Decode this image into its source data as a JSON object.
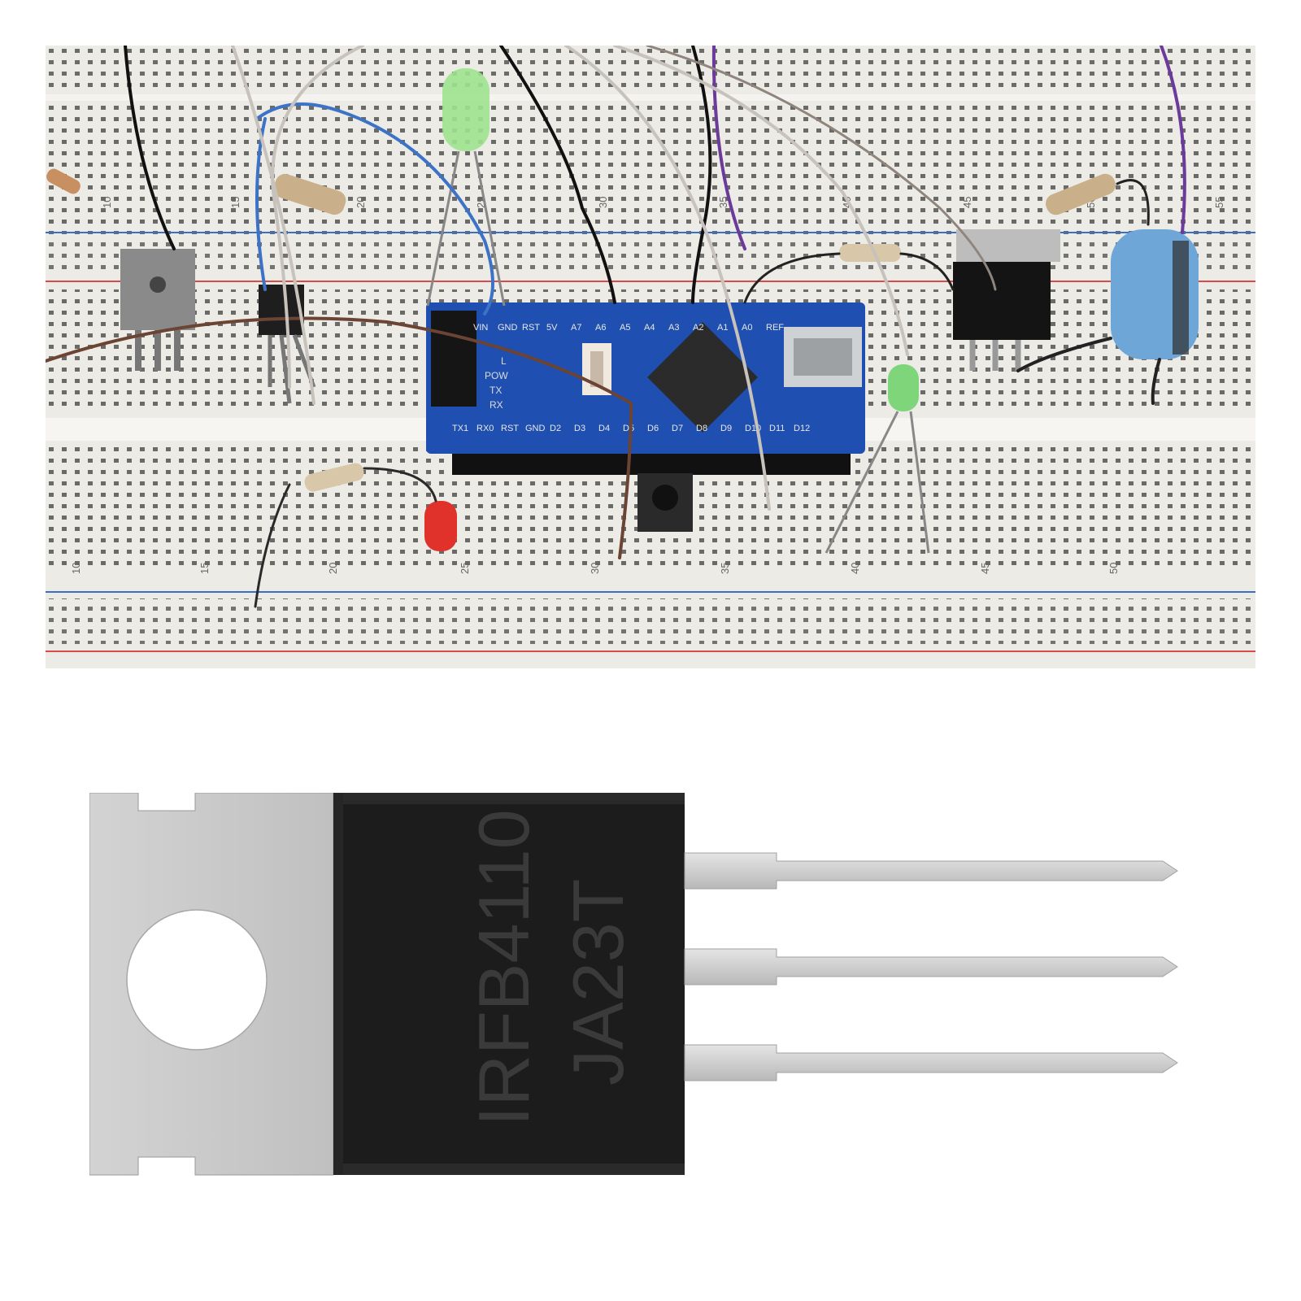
{
  "photo": {
    "description_free": true,
    "nano_pins_top": [
      "VIN",
      "GND",
      "RST",
      "5V",
      "A7",
      "A6",
      "A5",
      "A4",
      "A3",
      "A2",
      "A1",
      "A0",
      "REF"
    ],
    "nano_pins_bottom": [
      "TX1",
      "RX0",
      "RST",
      "GND",
      "D2",
      "D3",
      "D4",
      "D5",
      "D6",
      "D7",
      "D8",
      "D9",
      "D10",
      "D11",
      "D12"
    ],
    "nano_leds": [
      "L",
      "POW",
      "TX",
      "RX"
    ],
    "row_numbers_top": [
      "10",
      "15",
      "20",
      "25",
      "30",
      "35",
      "40",
      "45",
      "50",
      "55"
    ],
    "row_numbers_bottom": [
      "10",
      "15",
      "20",
      "25",
      "30",
      "35",
      "40",
      "45",
      "50"
    ],
    "colors": {
      "board": "#ecebe6",
      "hole": "#3a3a3a",
      "rail_red": "#d94a4a",
      "rail_blue": "#3a6fc4",
      "nano_pcb": "#1f4fb0"
    }
  },
  "product": {
    "marking_line1": "IRFB4110",
    "marking_line2": "JA23T",
    "colors": {
      "tab": "#c9c9c9",
      "body": "#1c1c1c",
      "leads": "#d4d4d4"
    }
  }
}
